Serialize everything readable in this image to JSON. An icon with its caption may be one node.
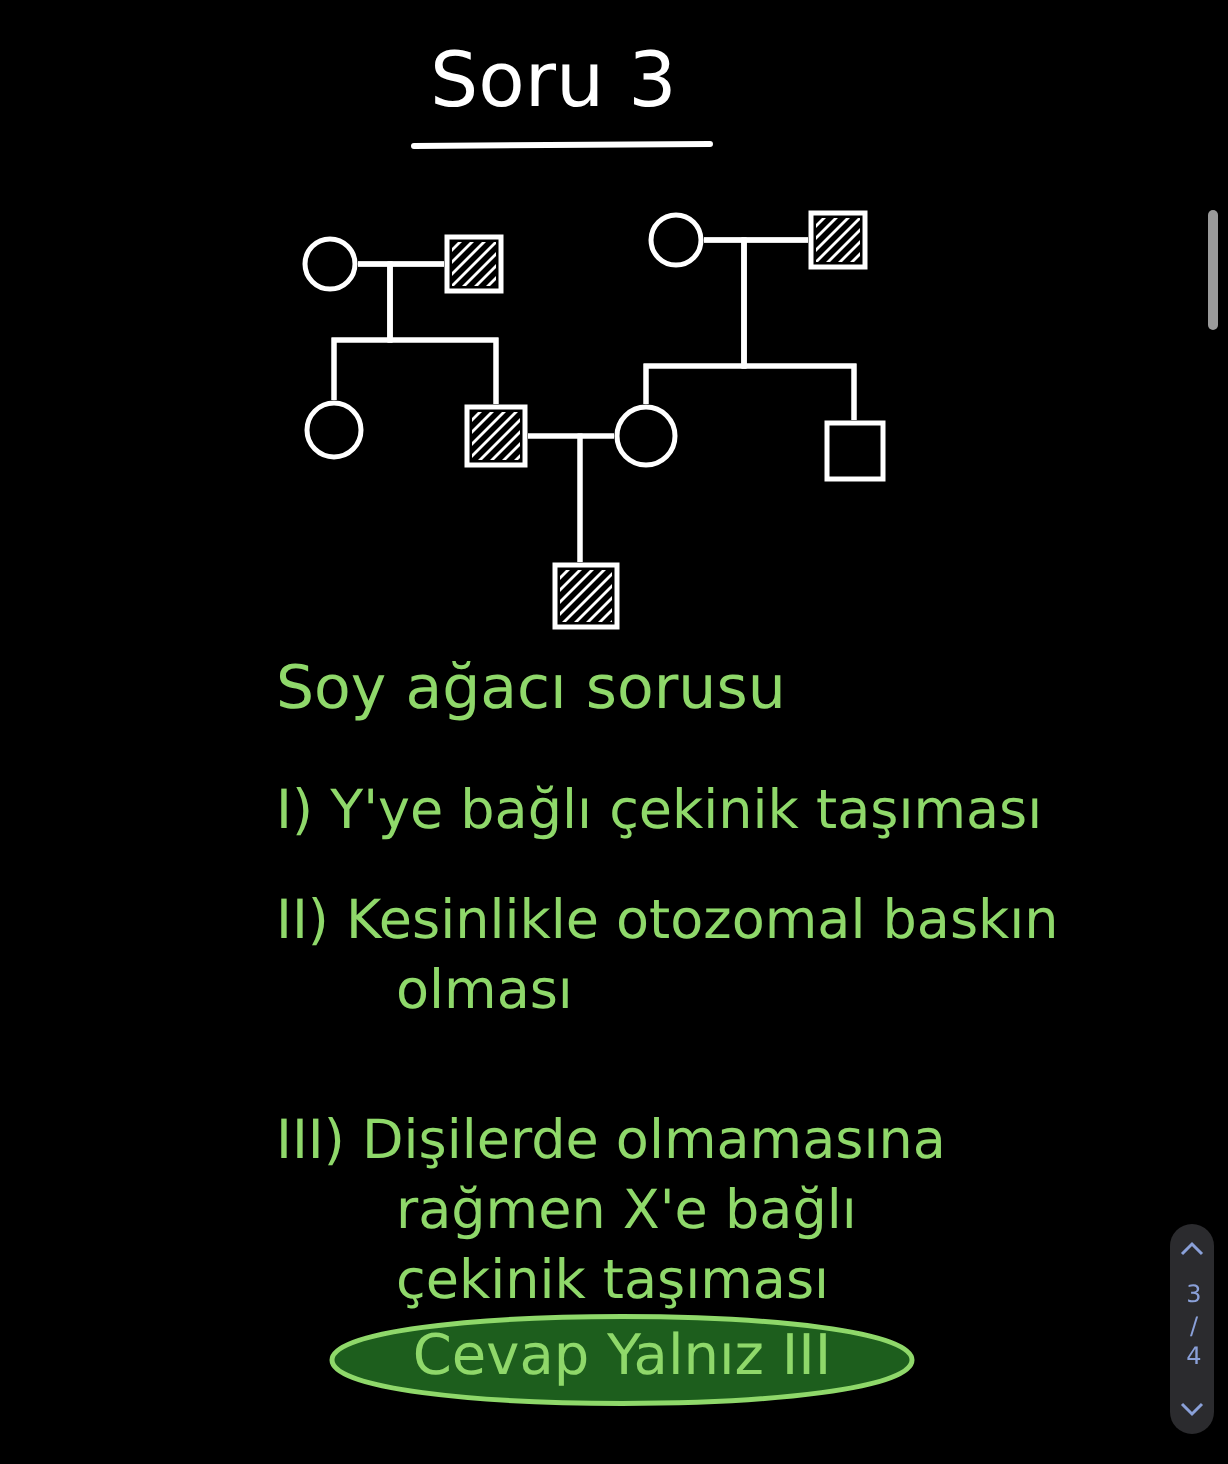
{
  "diagram": {
    "title": "Soru 3",
    "nodes": [
      {
        "text": [],
        "shape": "circle"
      },
      {
        "text": [],
        "shape": "box"
      },
      {
        "text": [],
        "shape": "circle"
      },
      {
        "text": [],
        "shape": "box"
      },
      {
        "text": [],
        "shape": "circle"
      },
      {
        "text": [],
        "shape": "box"
      },
      {
        "text": [],
        "shape": "circle"
      },
      {
        "text": [],
        "shape": "box"
      },
      {
        "text": [],
        "shape": "box"
      },
      {
        "text": [
          "Cevap Yalnız III"
        ]
      }
    ],
    "edges": [
      {
        "from": 0,
        "to": 1,
        "arrow": "none"
      },
      {
        "from": 2,
        "to": 3,
        "arrow": "none"
      },
      {
        "from": 5,
        "to": 6,
        "arrow": "none"
      },
      {
        "from": 0,
        "to": 4,
        "arrow": "none"
      },
      {
        "from": 1,
        "to": 4,
        "arrow": "none"
      },
      {
        "from": 0,
        "to": 5,
        "arrow": "none"
      },
      {
        "from": 1,
        "to": 5,
        "arrow": "none"
      },
      {
        "from": 2,
        "to": 6,
        "arrow": "none"
      },
      {
        "from": 3,
        "to": 6,
        "arrow": "none"
      },
      {
        "from": 2,
        "to": 7,
        "arrow": "none"
      },
      {
        "from": 3,
        "to": 7,
        "arrow": "none"
      },
      {
        "from": 5,
        "to": 8,
        "arrow": "none"
      },
      {
        "from": 6,
        "to": 8,
        "arrow": "none"
      }
    ],
    "labels": [
      "Soy ağacı sorusu",
      "I) Y'ye bağlı çekinik taşıması",
      "II) Kesinlikle otozomal baskın olması",
      "III) Dişilerde olmamasına rağmen X'e bağlı çekinik taşıması",
      "3 / 4"
    ]
  }
}
